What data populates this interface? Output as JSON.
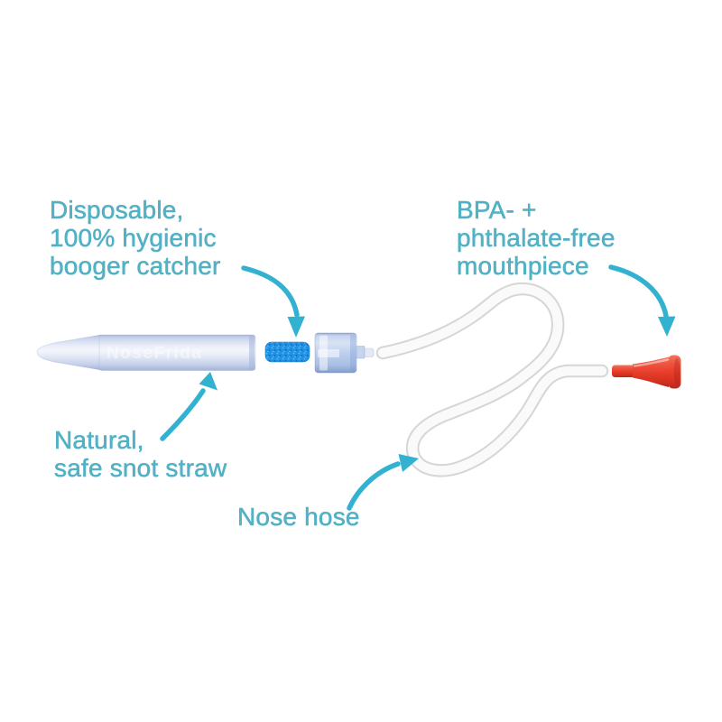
{
  "labels": {
    "booger_catcher": {
      "lines": [
        "Disposable,",
        "100% hygienic",
        "booger catcher"
      ]
    },
    "mouthpiece": {
      "lines": [
        "BPA- +",
        "phthalate-free",
        "mouthpiece"
      ]
    },
    "snot_straw": {
      "lines": [
        "Natural,",
        "safe snot straw"
      ]
    },
    "nose_hose": {
      "lines": [
        "Nose hose"
      ]
    }
  },
  "product": {
    "embossed_text": "NoseFrida"
  },
  "colors": {
    "label_teal": "#52b1c4",
    "arrow_teal": "#33b1d1",
    "foam_blue": "#2191e2",
    "straw_blue": "#dfe6f5",
    "cap_blue": "#bed0ee",
    "hose_white": "#fafafa",
    "hose_edge": "#d6d6d6",
    "mouthpiece_red": "#e63b28"
  }
}
